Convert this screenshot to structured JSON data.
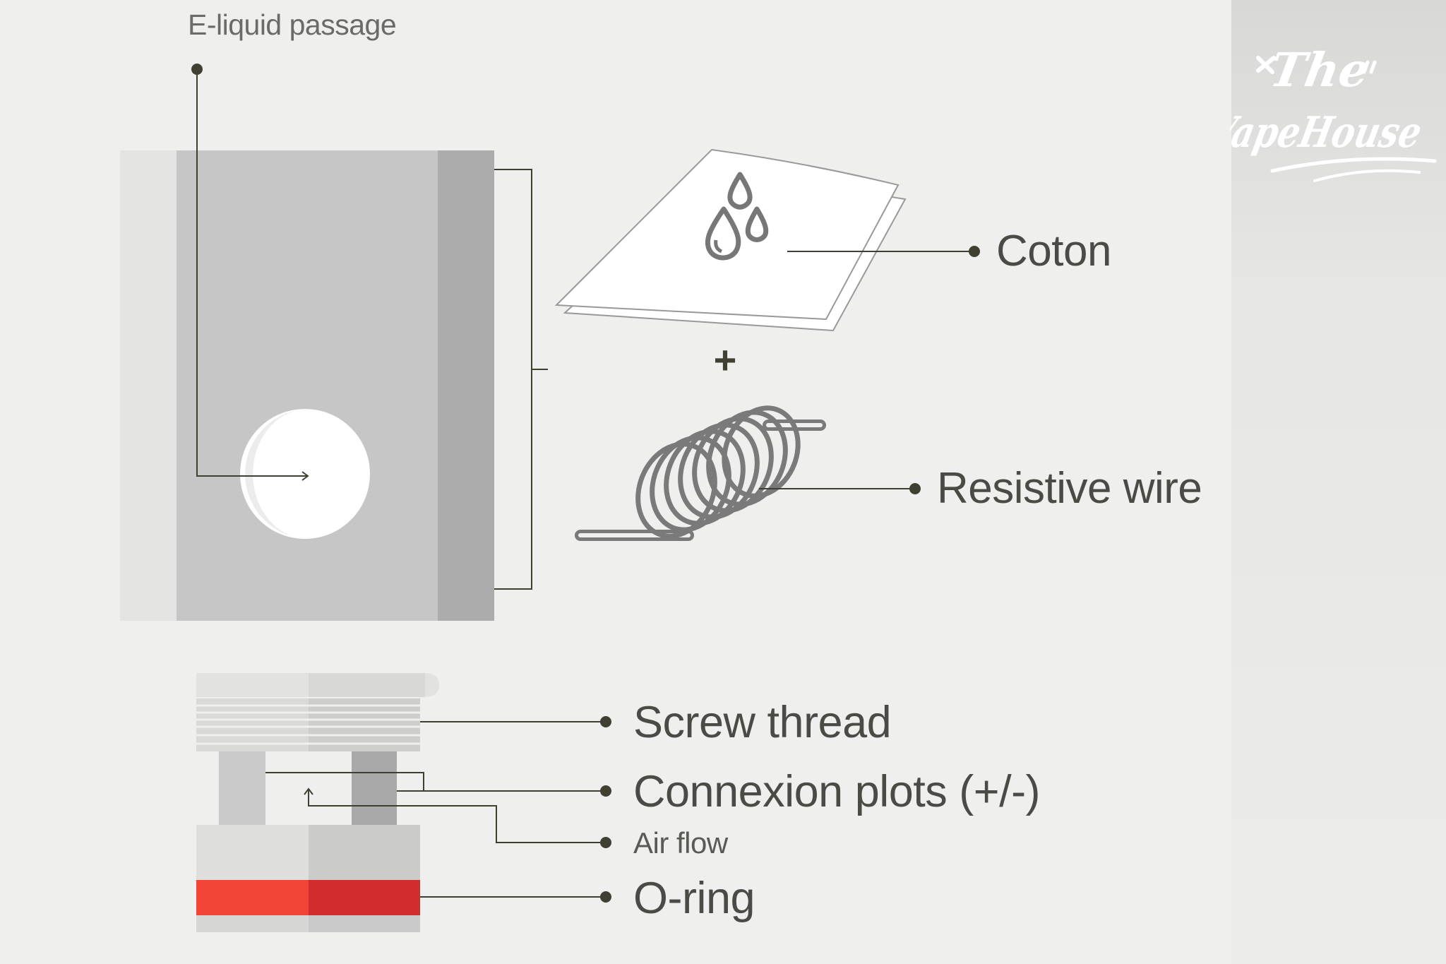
{
  "labels": {
    "eliquid_passage": "E-liquid passage",
    "coton": "Coton",
    "resistive_wire": "Resistive wire",
    "screw_thread": "Screw thread",
    "connexion_plots": "Connexion plots (+/-)",
    "air_flow": "Air flow",
    "o_ring": "O-ring"
  },
  "plus_sign": "+",
  "logo": {
    "line1": "The",
    "line2": "VapeHouse"
  },
  "colors": {
    "background": "#efefee",
    "leader_line": "#3f3f32",
    "body_gray": "#c6c6c6",
    "o_ring": "#f24537",
    "o_ring_dark": "#d22c2c",
    "icon_gray": "#777777"
  }
}
